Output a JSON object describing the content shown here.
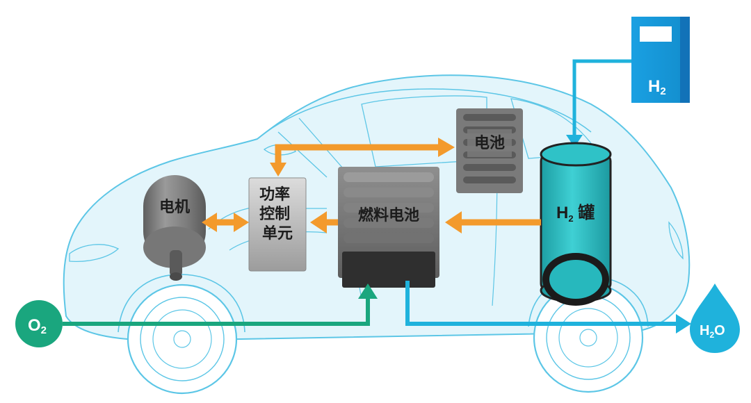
{
  "diagram": {
    "nodes": {
      "motor": {
        "label": "电机"
      },
      "pcu": {
        "lines": [
          "功率",
          "控制",
          "单元"
        ]
      },
      "fuel_cell": {
        "label": "燃料电池"
      },
      "battery": {
        "label": "电池"
      },
      "h2_tank": {
        "label_h": "H",
        "label_sub": "2",
        "label_rest": " 罐"
      },
      "h2_station": {
        "label_h": "H",
        "label_sub": "2"
      },
      "oxygen": {
        "label_o": "O",
        "label_sub": "2"
      },
      "water": {
        "label_h": "H",
        "label_sub": "2",
        "label_o": "O"
      }
    },
    "colors": {
      "car_outline": "#5cc6e6",
      "car_fill": "#e3f5fb",
      "power_arrow": "#f39a2c",
      "hydrogen_line": "#1fb2dc",
      "oxygen_line": "#1aa67e",
      "tank_teal": "#27b8bd",
      "station_blue": "#1d9fe0"
    }
  }
}
